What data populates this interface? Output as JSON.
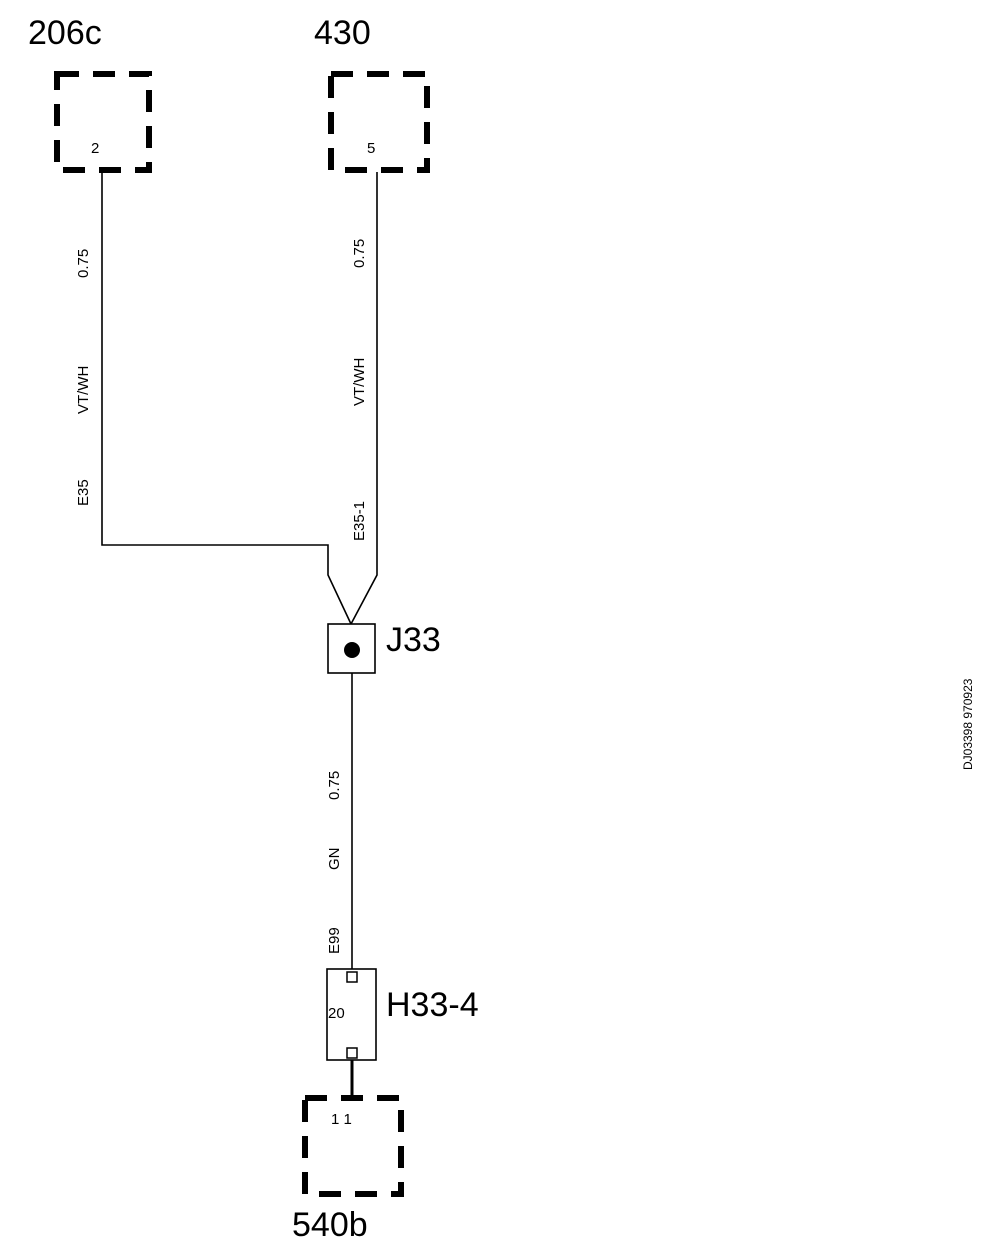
{
  "connectors": {
    "c206c": {
      "name": "206c",
      "pin": "2"
    },
    "c430": {
      "name": "430",
      "pin": "5"
    },
    "c540b": {
      "name": "540b",
      "pin": "1 1"
    }
  },
  "wires": {
    "w1": {
      "size": "0.75",
      "color": "VT/WH",
      "id": "E35"
    },
    "w2": {
      "size": "0.75",
      "color": "VT/WH",
      "id": "E35-1"
    },
    "w3": {
      "size": "0.75",
      "color": "GN",
      "id": "E99"
    }
  },
  "components": {
    "splice": {
      "name": "J33"
    },
    "h33": {
      "name": "H33-4",
      "pin": "20"
    }
  },
  "reference": "DJ03398 970923"
}
